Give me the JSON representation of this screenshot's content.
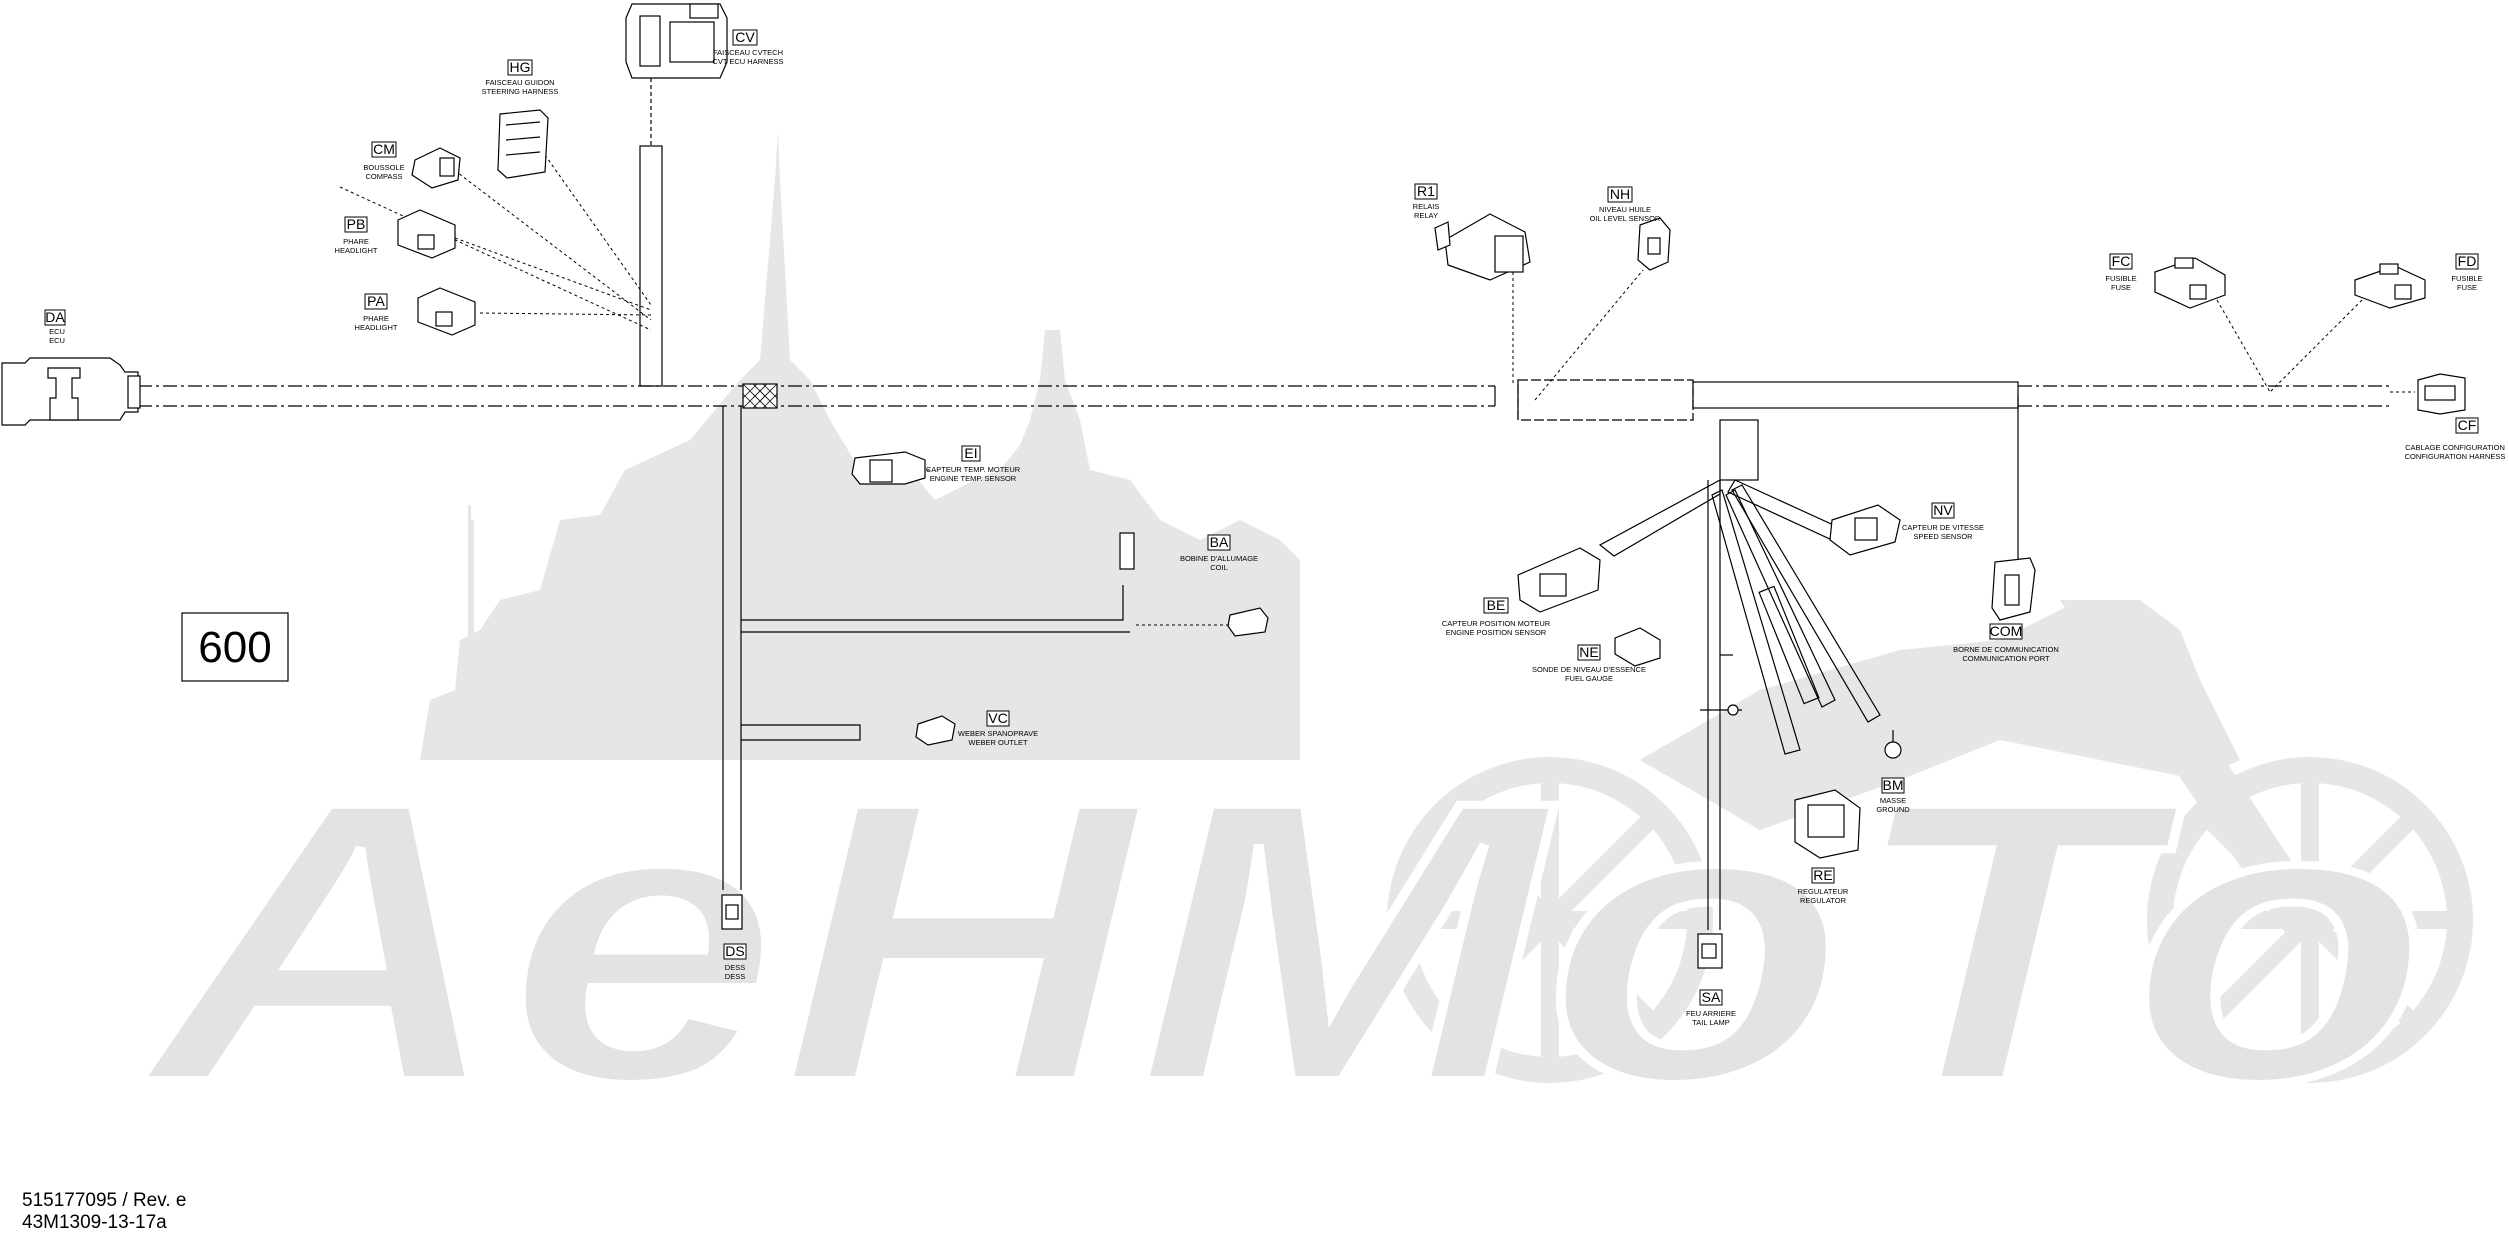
{
  "diagram": {
    "page_number": "600",
    "watermark": "AeHMoTo",
    "footer": {
      "part_number": "515177095 / Rev. e",
      "drawing_number": "43M1309-13-17a"
    },
    "connectors": {
      "DA": {
        "code": "DA",
        "fr": "ECU",
        "en": "ECU"
      },
      "CV": {
        "code": "CV",
        "fr": "FAISCEAU CVTECH",
        "en": "CVT ECU HARNESS"
      },
      "HG": {
        "code": "HG",
        "fr": "FAISCEAU GUIDON",
        "en": "STEERING HARNESS"
      },
      "CM": {
        "code": "CM",
        "fr": "BOUSSOLE",
        "en": "COMPASS"
      },
      "PB": {
        "code": "PB",
        "fr": "PHARE",
        "en": "HEADLIGHT"
      },
      "PA": {
        "code": "PA",
        "fr": "PHARE",
        "en": "HEADLIGHT"
      },
      "EI": {
        "code": "EI",
        "fr": "CAPTEUR TEMP. MOTEUR",
        "en": "ENGINE TEMP. SENSOR"
      },
      "BA": {
        "code": "BA",
        "fr": "BOBINE D'ALLUMAGE",
        "en": "COIL"
      },
      "VC": {
        "code": "VC",
        "fr": "WEBER SPANOPRAVE",
        "en": "WEBER OUTLET"
      },
      "DS": {
        "code": "DS",
        "fr": "DESS",
        "en": "DESS"
      },
      "R1": {
        "code": "R1",
        "fr": "RELAIS",
        "en": "RELAY"
      },
      "NH": {
        "code": "NH",
        "fr": "NIVEAU HUILE",
        "en": "OIL LEVEL SENSOR"
      },
      "FC": {
        "code": "FC",
        "fr": "FUSIBLE",
        "en": "FUSE"
      },
      "FD": {
        "code": "FD",
        "fr": "FUSIBLE",
        "en": "FUSE"
      },
      "CF": {
        "code": "CF",
        "fr": "CABLAGE CONFIGURATION",
        "en": "CONFIGURATION HARNESS"
      },
      "NV": {
        "code": "NV",
        "fr": "CAPTEUR DE VITESSE",
        "en": "SPEED SENSOR"
      },
      "BE": {
        "code": "BE",
        "fr": "CAPTEUR POSITION MOTEUR",
        "en": "ENGINE POSITION SENSOR"
      },
      "NE": {
        "code": "NE",
        "fr": "SONDE DE NIVEAU D'ESSENCE",
        "en": "FUEL GAUGE"
      },
      "COM": {
        "code": "COM",
        "fr": "BORNE DE COMMUNICATION",
        "en": "COMMUNICATION PORT"
      },
      "BM": {
        "code": "BM",
        "fr": "MASSE",
        "en": "GROUND"
      },
      "RE": {
        "code": "RE",
        "fr": "REGULATEUR",
        "en": "REGULATOR"
      },
      "SA": {
        "code": "SA",
        "fr": "FEU ARRIERE",
        "en": "TAIL LAMP"
      }
    }
  }
}
